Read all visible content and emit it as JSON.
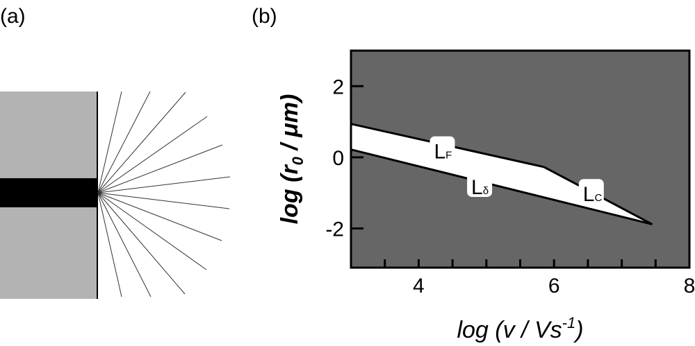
{
  "panels": {
    "a": {
      "label": "(a)"
    },
    "b": {
      "label": "(b)"
    }
  },
  "chart_data": {
    "type": "line",
    "xlabel": "log (v / Vs-1)",
    "xlabel_parts": {
      "pre": "log (v / Vs",
      "sup": "-1",
      "post": ")"
    },
    "ylabel_parts": {
      "pre": "log (r",
      "sub": "0",
      "post": " / μm)"
    },
    "ylabel": "log (r0 / μm)",
    "xlim": [
      3,
      8
    ],
    "ylim": [
      -3.1,
      3
    ],
    "xticks": [
      {
        "v": 4,
        "label": "4"
      },
      {
        "v": 6,
        "label": "6"
      },
      {
        "v": 8,
        "label": "8"
      }
    ],
    "yticks": [
      {
        "v": 2,
        "label": "2"
      },
      {
        "v": 0,
        "label": "0"
      },
      {
        "v": -2,
        "label": "-2"
      }
    ],
    "x_minor_step": 0.5,
    "background_color": "#666666",
    "region_color": "#ffffff",
    "series": [
      {
        "name": "LF",
        "points": [
          [
            3,
            0.94
          ],
          [
            5.85,
            -0.27
          ]
        ]
      },
      {
        "name": "LC",
        "points": [
          [
            5.85,
            -0.27
          ],
          [
            7.45,
            -1.88
          ]
        ]
      },
      {
        "name": "Lδ",
        "points": [
          [
            3,
            0.22
          ],
          [
            7.45,
            -1.88
          ]
        ]
      }
    ],
    "annotations": [
      {
        "main": "L",
        "sub": "F",
        "x": 4.35,
        "y": 0.2
      },
      {
        "main": "L",
        "sub": "δ",
        "x": 4.9,
        "y": -0.8
      },
      {
        "main": "L",
        "sub": "C",
        "x": 6.55,
        "y": -1.0
      }
    ]
  }
}
